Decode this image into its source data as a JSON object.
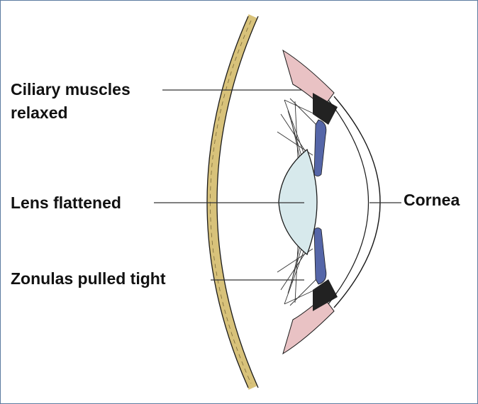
{
  "labels": {
    "ciliary_line1": "Ciliary muscles",
    "ciliary_line2": "relaxed",
    "lens": "Lens flattened",
    "zonulas": "Zonulas pulled tight",
    "cornea": "Cornea"
  },
  "colors": {
    "frame": "#5b7ba0",
    "sclera": "#d8c27a",
    "ciliary_muscle": "#e9c2c4",
    "iris": "#5566a8",
    "lens": "#d7e9ec",
    "zonule_lines": "#333333",
    "outline": "#1a1a1a"
  }
}
